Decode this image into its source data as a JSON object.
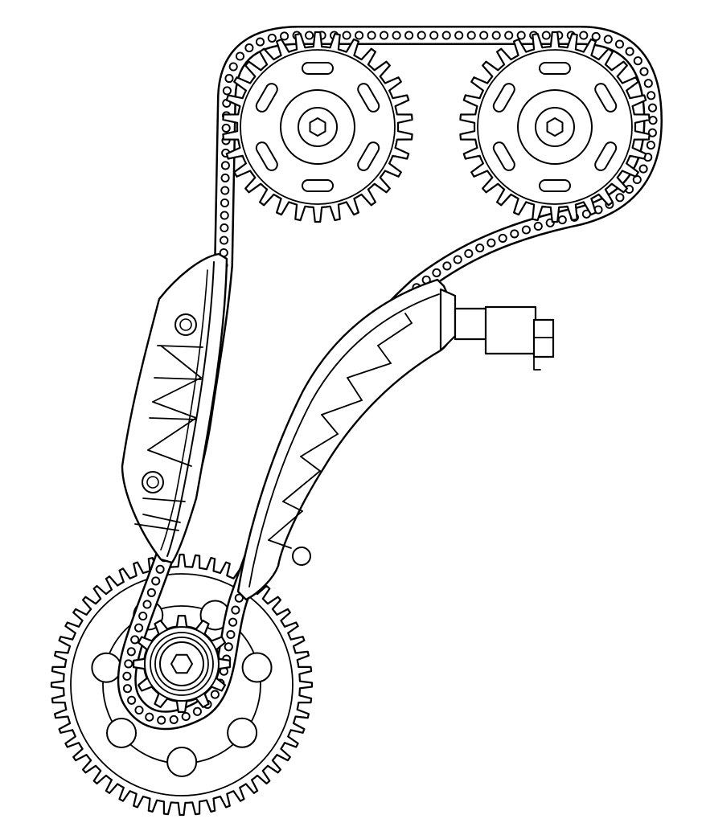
{
  "diagram": {
    "kind": "engine timing chain line drawing",
    "colors": {
      "line": "#000000",
      "fill": "#ffffff",
      "background": "#ffffff"
    },
    "components": [
      {
        "name": "intake-camshaft-sprocket",
        "teeth": 30,
        "slots": 6,
        "hub": "hex"
      },
      {
        "name": "exhaust-camshaft-sprocket",
        "teeth": 30,
        "slots": 6,
        "hub": "hex"
      },
      {
        "name": "crankshaft-sprocket",
        "teeth": 12,
        "hub": "hex"
      },
      {
        "name": "crank-gear",
        "teeth": 52,
        "holes": 7
      },
      {
        "name": "fixed-chain-guide",
        "bolts": 2
      },
      {
        "name": "tensioner-rail"
      },
      {
        "name": "chain-tensioner"
      },
      {
        "name": "timing-chain"
      }
    ],
    "labels": []
  }
}
